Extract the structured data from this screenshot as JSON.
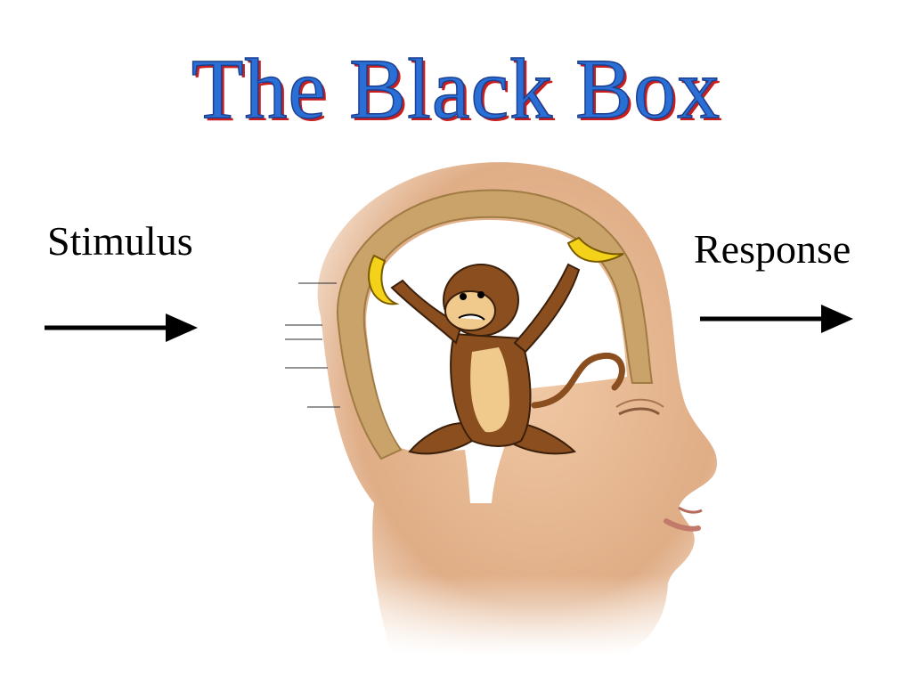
{
  "title": "The Black Box",
  "left_label": "Stimulus",
  "right_label": "Response",
  "colors": {
    "title_fill": "#2a6fd6",
    "title_outline": "#1d3f8f",
    "title_shadow": "#c81e1e",
    "skin": "#e2b48e",
    "skull": "#c9a36a",
    "monkey_fur": "#8a4e1f",
    "monkey_face": "#f0c98c",
    "banana": "#f4d21a",
    "arrow": "#000000"
  },
  "icons": [
    "arrow-right-icon",
    "head-illustration",
    "monkey-illustration",
    "banana-icon"
  ]
}
